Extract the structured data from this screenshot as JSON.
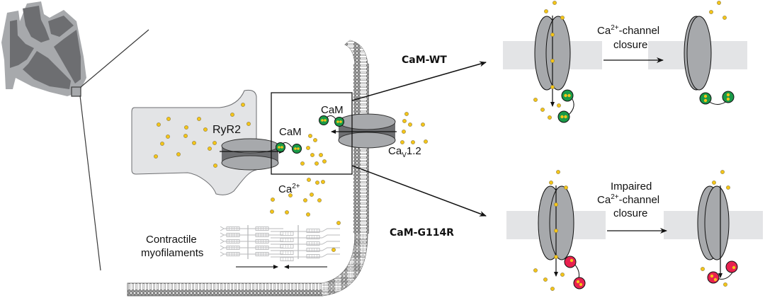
{
  "figure": {
    "colors": {
      "heart_dark": "#6d6e71",
      "heart_light": "#a7a9ac",
      "cell_fill": "#e3e4e6",
      "channel_light": "#a7a9ac",
      "channel_dark": "#6d6e71",
      "membrane_band": "#e3e4e6",
      "calcium": "#f5c518",
      "cam_wt": "#1a9a48",
      "cam_mutant": "#e8214f",
      "sarcomere": "#b8b9bb",
      "line": "#231f20"
    },
    "labels": {
      "ryr2": "RyR2",
      "cam_left": "CaM",
      "cam_right": "CaM",
      "cav_main": "Ca",
      "cav_sub": "V",
      "cav_rest": "1.2",
      "ca_main": "Ca",
      "ca_sup": "2+",
      "contractile_line1": "Contractile",
      "contractile_line2": "myofilaments",
      "cam_wt": "CaM-WT",
      "cam_g114r": "CaM-G114R",
      "wt_caption_line1_main": "Ca",
      "wt_caption_line1_sup": "2+",
      "wt_caption_line1_rest": "-channel",
      "wt_caption_line2": "closure",
      "mut_caption_line1": "Impaired",
      "mut_caption_line2_main": "Ca",
      "mut_caption_line2_sup": "2+",
      "mut_caption_line2_rest": "-channel",
      "mut_caption_line3": "closure"
    },
    "panels": [
      {
        "name": "wt-open",
        "state": "open",
        "cam": "wild-type"
      },
      {
        "name": "wt-closed",
        "state": "closed",
        "cam": "wild-type"
      },
      {
        "name": "mutant-open",
        "state": "open",
        "cam": "G114R"
      },
      {
        "name": "mutant-impaired",
        "state": "partially-open",
        "cam": "G114R"
      }
    ]
  }
}
